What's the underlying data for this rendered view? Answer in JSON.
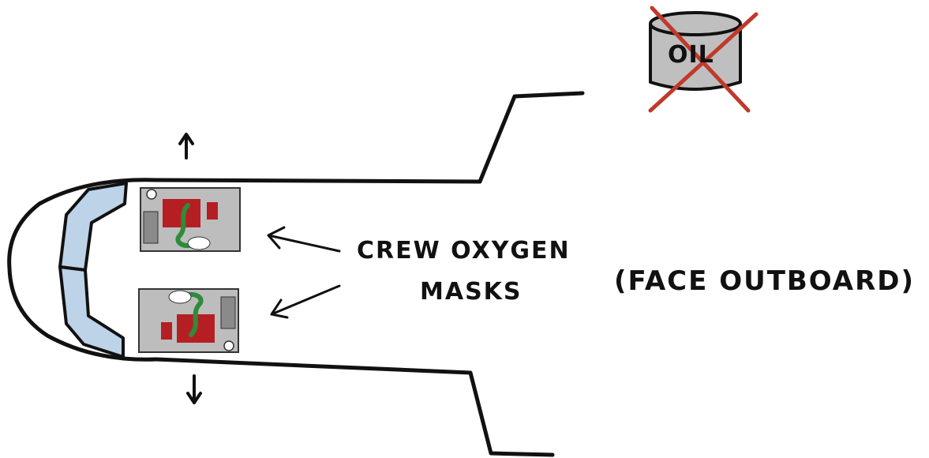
{
  "labels": {
    "crew_oxygen": "CREW OXYGEN",
    "masks": "MASKS",
    "face_outboard": "(FACE OUTBOARD)",
    "oil": "OIL"
  },
  "colors": {
    "ink": "#111111",
    "window_fill": "#bcd3e8",
    "panel_fill": "#bdbdbd",
    "panel_red": "#b51f24",
    "panel_green": "#2e8b3a",
    "cross_red": "#c0392b",
    "can_fill": "#bfbfbf"
  },
  "icons": {
    "oil_can": "oil-can-icon",
    "prohibition": "red-x-icon",
    "arrow_up": "arrow-up-icon",
    "arrow_down": "arrow-down-icon"
  }
}
